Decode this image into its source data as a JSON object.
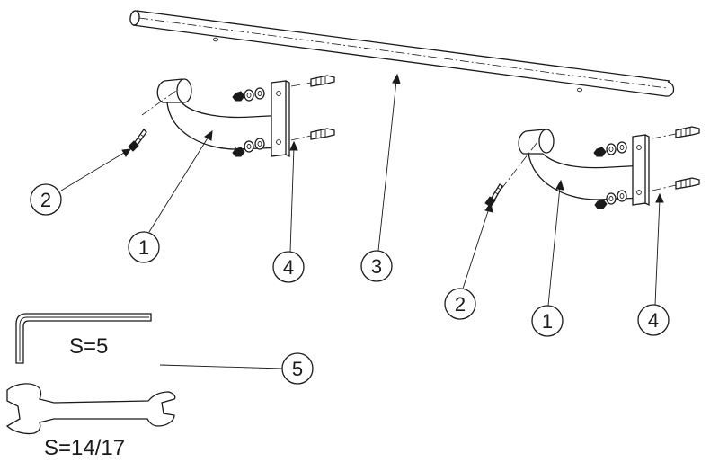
{
  "callouts": {
    "bracket_left": "1",
    "bracket_right": "1",
    "screw_left": "2",
    "screw_right": "2",
    "rail": "3",
    "anchor_left": "4",
    "anchor_right": "4",
    "tools": "5"
  },
  "tools": {
    "allen_key_size": "S=5",
    "wrench_size": "S=14/17"
  }
}
